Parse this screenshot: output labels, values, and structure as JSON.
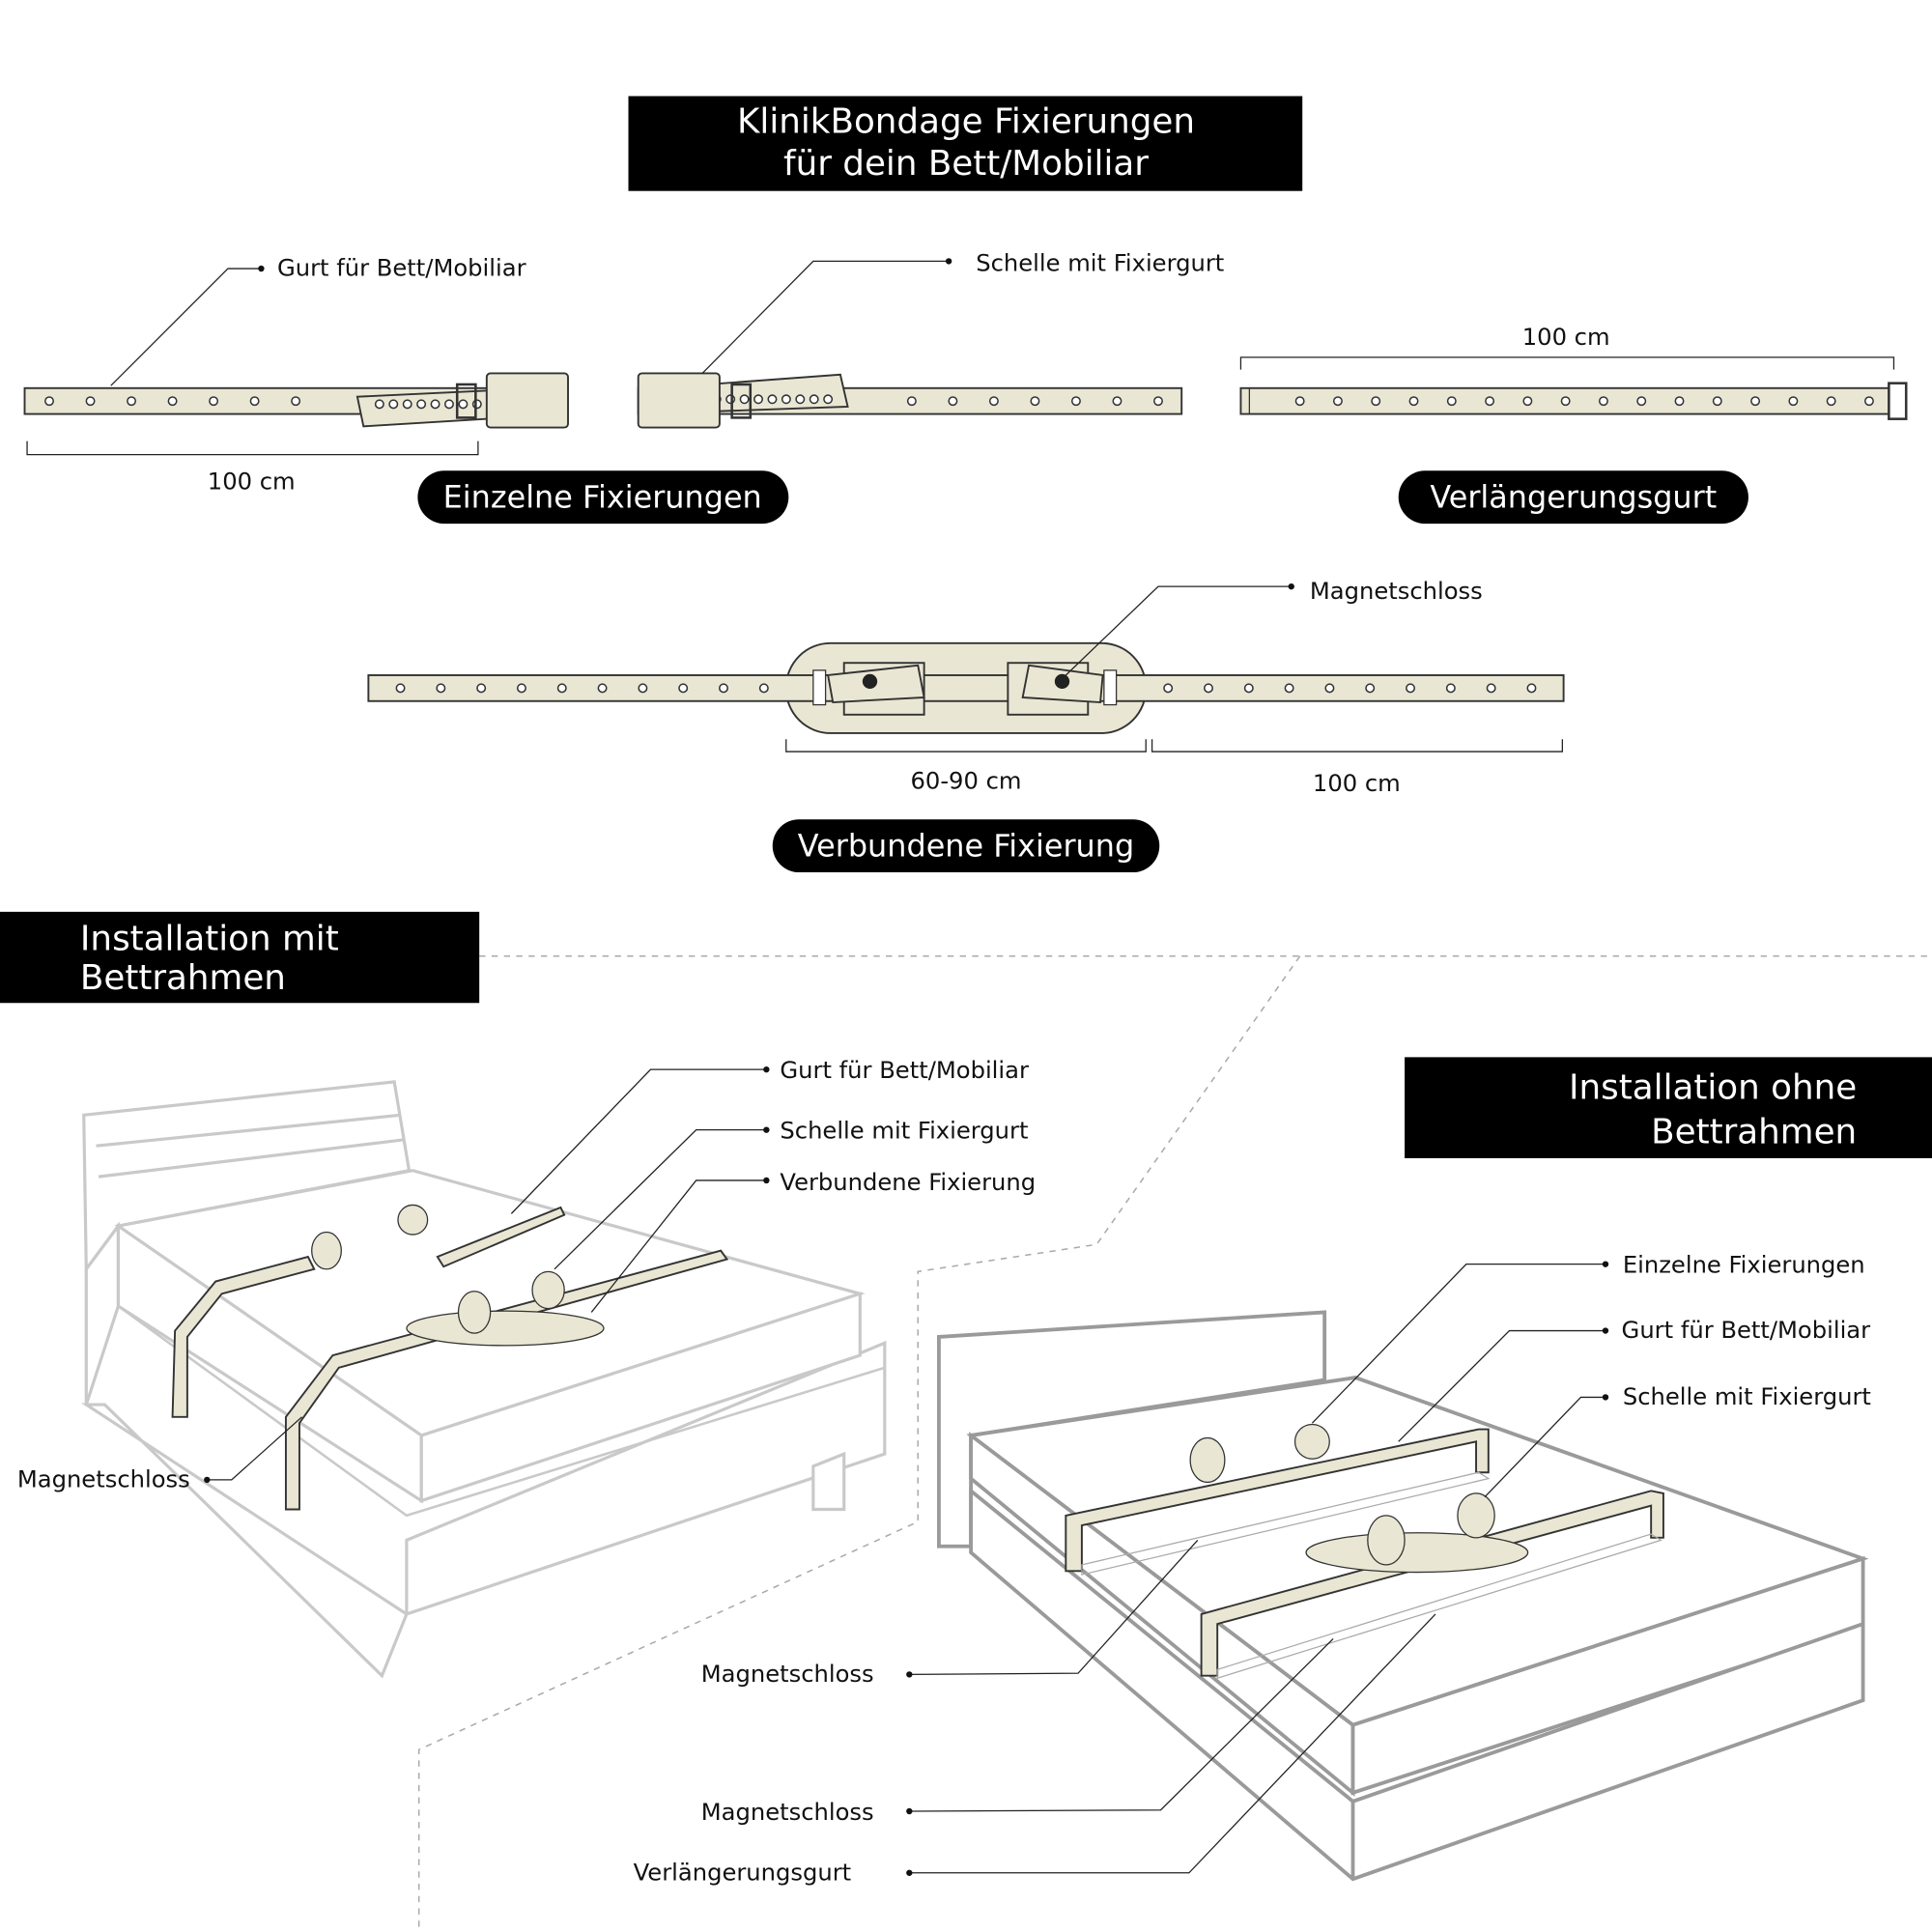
{
  "title": {
    "line1": "KlinikBondage Fixierungen",
    "line2": "für dein Bett/Mobiliar"
  },
  "top": {
    "label_strap": "Gurt für Bett/Mobiliar",
    "label_cuff": "Schelle mit Fixiergurt",
    "single_length": "100 cm",
    "single_pill": "Einzelne Fixierungen",
    "extension_length": "100 cm",
    "extension_pill": "Verlängerungsgurt",
    "label_magnet": "Magnetschloss",
    "connected_center_length": "60-90 cm",
    "connected_strap_length": "100 cm",
    "connected_pill": "Verbundene Fixierung"
  },
  "with_frame": {
    "header_line1": "Installation mit",
    "header_line2": "Bettrahmen",
    "labels": [
      "Gurt für Bett/Mobiliar",
      "Schelle mit Fixiergurt",
      "Verbundene Fixierung",
      "Magnetschloss"
    ]
  },
  "without_frame": {
    "header_line1": "Installation ohne",
    "header_line2": "Bettrahmen",
    "labels": [
      "Einzelne Fixierungen",
      "Gurt für Bett/Mobiliar",
      "Schelle mit Fixiergurt",
      "Magnetschloss",
      "Magnetschloss",
      "Verlängerungsgurt"
    ]
  }
}
